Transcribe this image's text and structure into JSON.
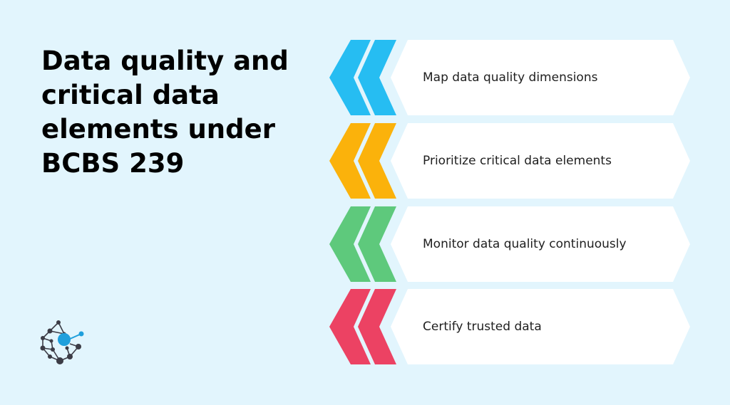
{
  "title": "Data quality and critical data elements under BCBS 239",
  "logo_icon": "network-nodes-logo-icon",
  "steps": [
    {
      "label": "Map data quality dimensions",
      "color": "#26bdf2",
      "icon": "double-chevron-left-icon"
    },
    {
      "label": "Prioritize critical data elements",
      "color": "#fbb20b",
      "icon": "double-chevron-left-icon"
    },
    {
      "label": "Monitor data quality continuously",
      "color": "#5ec97c",
      "icon": "double-chevron-left-icon"
    },
    {
      "label": "Certify trusted data",
      "color": "#ec4263",
      "icon": "double-chevron-left-icon"
    }
  ],
  "colors": {
    "background": "#e2f5fd",
    "card": "#ffffff",
    "title": "#000000",
    "logo_dark": "#3c3c46",
    "logo_accent": "#1e9fdc"
  }
}
